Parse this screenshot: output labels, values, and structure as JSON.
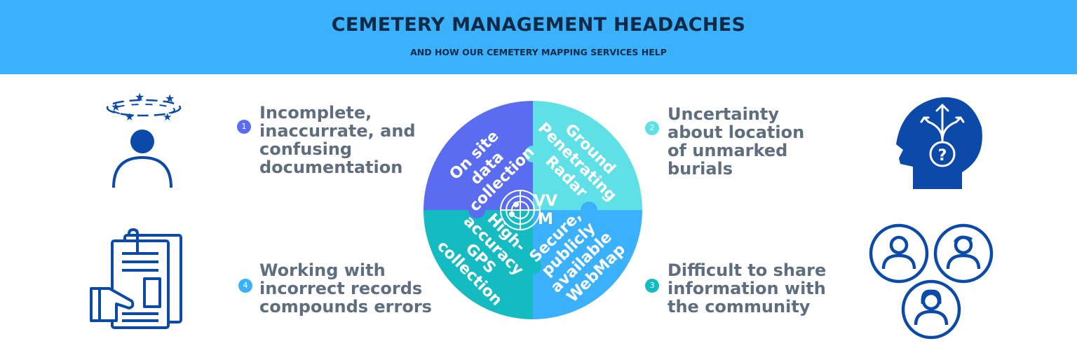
{
  "header": {
    "title": "CEMETERY MANAGEMENT HEADACHES",
    "subtitle": "AND HOW OUR CEMETERY MAPPING SERVICES HELP"
  },
  "problems": [
    {
      "number": "1",
      "text": "Incomplete,\ninaccurrate, and\nconfusing\ndocumentation",
      "color": "#5a6cf0",
      "icon": "dizzy-person-icon"
    },
    {
      "number": "2",
      "text": "Uncertainty\nabout location\nof unmarked\nburials",
      "color": "#5ee0e6",
      "icon": "head-question-arrows-icon"
    },
    {
      "number": "3",
      "text": "Difficult to share\ninformation with\nthe community",
      "color": "#14bcc2",
      "icon": "community-people-icon"
    },
    {
      "number": "4",
      "text": "Working with\nincorrect records\ncompounds errors",
      "color": "#3cb1fb",
      "icon": "documents-hand-icon"
    }
  ],
  "services": [
    {
      "lines": [
        "On site",
        "data",
        "collection"
      ],
      "color": "#5a6cf0"
    },
    {
      "lines": [
        "Ground",
        "Penetrating",
        "Radar"
      ],
      "color": "#5ee0e6"
    },
    {
      "lines": [
        "Secure,",
        "publicly",
        "available",
        "WebMap"
      ],
      "color": "#3cb1fb"
    },
    {
      "lines": [
        "High-",
        "accuracy",
        "GPS",
        "collection"
      ],
      "color": "#14bcc2"
    }
  ],
  "logo": {
    "line1": "VV",
    "line2": "M"
  },
  "colors": {
    "banner": "#3cb1fb",
    "title": "#0e2a47",
    "text": "#5f6e7e",
    "icon": "#0b4aa8"
  }
}
